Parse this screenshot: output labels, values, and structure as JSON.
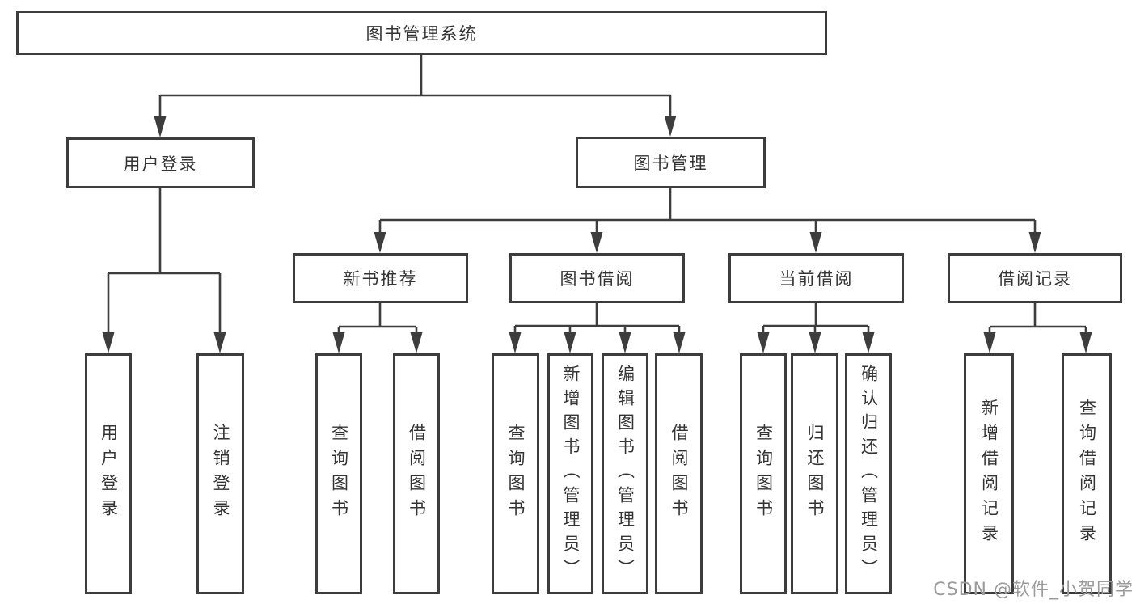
{
  "diagram": {
    "root": "图书管理系统",
    "level2": [
      "用户登录",
      "图书管理"
    ],
    "level3": [
      "新书推荐",
      "图书借阅",
      "当前借阅",
      "借阅记录"
    ],
    "leaves_user_login": [
      "用户登录",
      "注销登录"
    ],
    "leaves_new_book": [
      "查询图书",
      "借阅图书"
    ],
    "leaves_book_borrow": [
      "查询图书",
      "新增图书（管理员）",
      "编辑图书（管理员）",
      "借阅图书"
    ],
    "leaves_current_borrow": [
      "查询图书",
      "归还图书",
      "确认归还（管理员）"
    ],
    "leaves_borrow_record": [
      "新增借阅记录",
      "查询借阅记录"
    ]
  },
  "watermark": "CSDN @软件_小贺同学",
  "colors": {
    "line": "#3d3d3d",
    "text": "#333333",
    "watermark_text": "#9b9b9b",
    "background": "#ffffff"
  }
}
